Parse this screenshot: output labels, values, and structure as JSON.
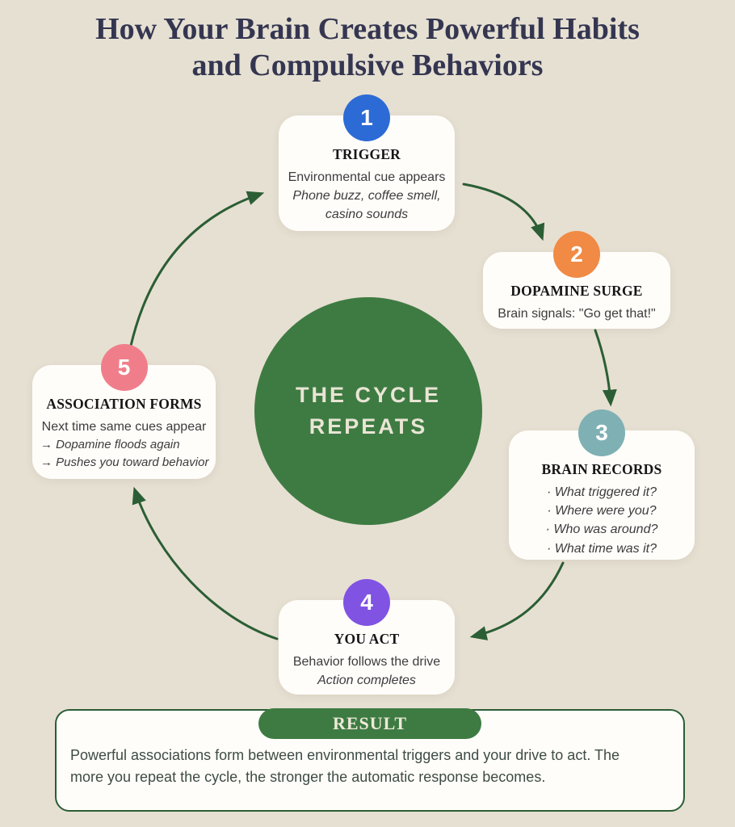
{
  "background_color": "#e6e0d2",
  "arrow_color": "#2b5e35",
  "title": {
    "line1": "How Your Brain Creates Powerful Habits",
    "line2": "and Compulsive Behaviors",
    "color": "#343651"
  },
  "center_circle": {
    "line1": "THE CYCLE",
    "line2": "REPEATS",
    "fill_color": "#3e7b43",
    "text_color": "#e9e5d4"
  },
  "steps": [
    {
      "number": "1",
      "badge_color": "#2c6ad6",
      "title": "TRIGGER",
      "line1": "Environmental cue appears",
      "line2": "Phone buzz, coffee smell, casino sounds"
    },
    {
      "number": "2",
      "badge_color": "#f08a45",
      "title": "DOPAMINE SURGE",
      "line1": "Brain signals: \"Go get that!\""
    },
    {
      "number": "3",
      "badge_color": "#7fb0b4",
      "title": "BRAIN RECORDS",
      "bullets": [
        "· What triggered it?",
        "· Where were you?",
        "· Who was around?",
        "· What time was it?"
      ]
    },
    {
      "number": "4",
      "badge_color": "#8153e3",
      "title": "YOU ACT",
      "line1": "Behavior follows the drive",
      "line2": "Action completes"
    },
    {
      "number": "5",
      "badge_color": "#f07e8a",
      "title": "ASSOCIATION FORMS",
      "line1": "Next time same cues appear",
      "arrow_lines": [
        "→ Dopamine floods again",
        "→ Pushes you toward behavior"
      ]
    }
  ],
  "result": {
    "label": "RESULT",
    "pill_color": "#3e7b43",
    "border_color": "#2b5e35",
    "text": "Powerful associations form between environmental triggers and your drive to act. The more you repeat the cycle, the stronger the automatic response becomes."
  }
}
